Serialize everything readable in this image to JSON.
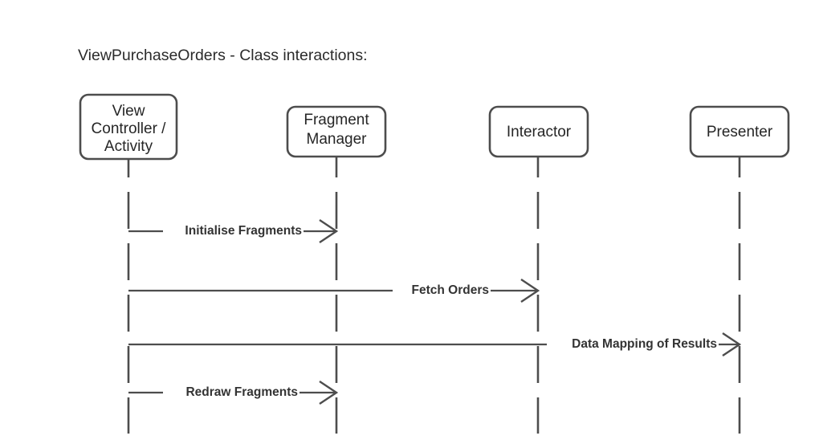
{
  "title": "ViewPurchaseOrders - Class interactions:",
  "colors": {
    "stroke": "#4d4d4d",
    "box_fill": "#ffffff",
    "title_text": "#2b2b2b",
    "participant_text": "#262626",
    "message_text": "#333333",
    "background": "#ffffff"
  },
  "participants": [
    {
      "id": "view-controller-activity",
      "lines": [
        "View",
        "Controller /",
        "Activity"
      ],
      "name": "View Controller / Activity"
    },
    {
      "id": "fragment-manager",
      "lines": [
        "Fragment",
        "Manager"
      ],
      "name": "Fragment Manager"
    },
    {
      "id": "interactor",
      "lines": [
        "Interactor"
      ],
      "name": "Interactor"
    },
    {
      "id": "presenter",
      "lines": [
        "Presenter"
      ],
      "name": "Presenter"
    }
  ],
  "messages": [
    {
      "id": "initialise-fragments",
      "label": "Initialise Fragments",
      "from": "view-controller-activity",
      "to": "fragment-manager"
    },
    {
      "id": "fetch-orders",
      "label": "Fetch Orders",
      "from": "view-controller-activity",
      "to": "interactor"
    },
    {
      "id": "data-mapping-of-results",
      "label": "Data Mapping of Results",
      "from": "view-controller-activity",
      "to": "presenter"
    },
    {
      "id": "redraw-fragments",
      "label": "Redraw Fragments",
      "from": "view-controller-activity",
      "to": "fragment-manager"
    }
  ]
}
